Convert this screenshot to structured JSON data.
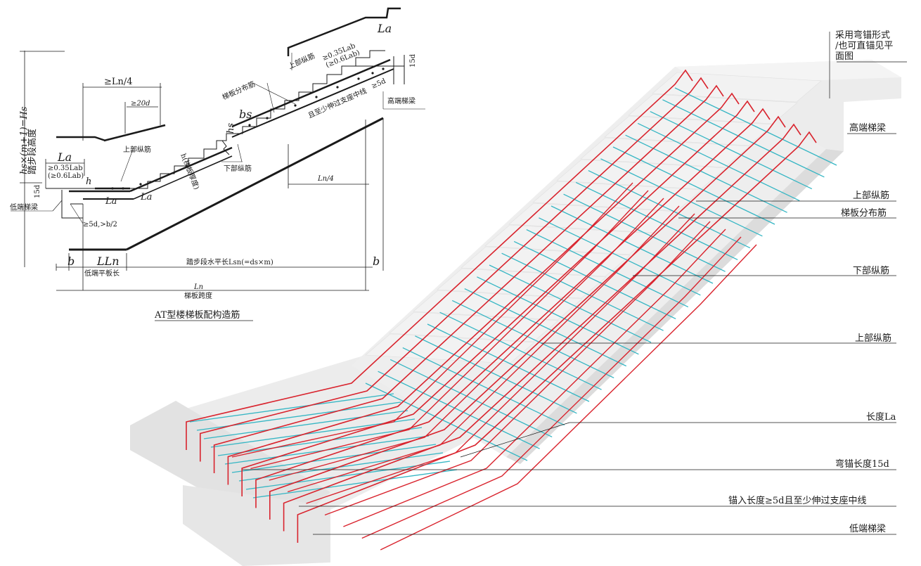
{
  "colors": {
    "rebar_longitudinal": "#d9232d",
    "rebar_distribution": "#36b6c4",
    "concrete": "#e8e8e8",
    "line": "#1a1a1a"
  },
  "section": {
    "caption": "AT型楼梯板配构造筋",
    "height_label": "hs×(m+1)=Hs",
    "height_sub": "踏步段高度",
    "la_left": "La",
    "la_left_035": "≥0.35Lab",
    "la_left_06": "(≥0.6Lab)",
    "d15_left": "15d",
    "low_beam": "低端梯梁",
    "ln4_left": "≥Ln/4",
    "d20": "≥20d",
    "upper_bar_left": "上部纵筋",
    "h_mark": "h",
    "la_small1": "La",
    "la_small2": "La",
    "anchor_5d": "≥5d,>b/2",
    "slab_thick": "h(梯板厚度)",
    "lower_bar": "下部纵筋",
    "bs": "bs",
    "hs": "hs",
    "dist_bar": "梯板分布筋",
    "upper_bar_right": "上部纵筋",
    "la_right": "La",
    "la_right_035": "≥0.35Lab",
    "la_right_06": "(≥0.6Lab)",
    "d15_right": "15d",
    "d5_right": "≥5d",
    "center_note": "且至少伸过支座中线",
    "high_beam": "高端梯梁",
    "ln4_right": "Ln/4",
    "dim_b_left": "b",
    "dim_lln": "LLn",
    "low_flat_len": "低端平板长",
    "lsn": "踏步段水平长Lsn(=ds×m)",
    "dim_b_right": "b",
    "ln": "Ln",
    "span": "梯板跨度"
  },
  "iso": {
    "note1": "采用弯锚形式",
    "note2": "/也可直锚见平",
    "note3": "面图",
    "callouts": [
      "高端梯梁",
      "上部纵筋",
      "梯板分布筋",
      "下部纵筋",
      "上部纵筋",
      "长度La",
      "弯锚长度15d",
      "锚入长度≥5d且至少伸过支座中线",
      "低端梯梁"
    ]
  }
}
